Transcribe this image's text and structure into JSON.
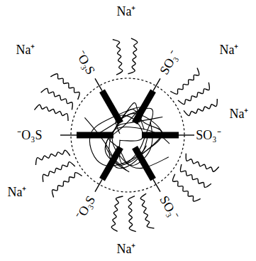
{
  "diagram": {
    "labels": [
      "Na⁺",
      "Na⁺",
      "Na⁺",
      "⁻O₃S",
      "SO₃⁻",
      "⁻O₃S",
      "SO₃⁻",
      "Na⁺",
      "Na⁺",
      "⁻O₃S",
      "SO₃⁻",
      "Na⁺"
    ]
  }
}
